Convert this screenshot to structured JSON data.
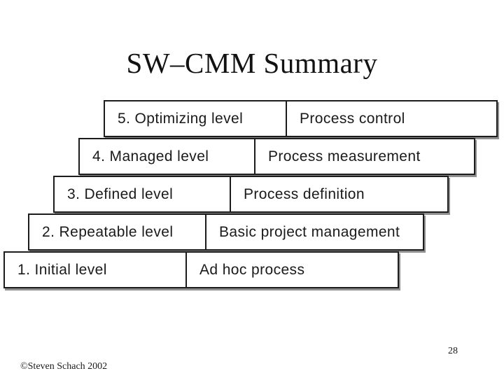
{
  "slide": {
    "title": "SW–CMM Summary",
    "page_number": "28",
    "copyright": "©Steven Schach 2002"
  },
  "colors": {
    "background": "#ffffff",
    "box_fill": "#ffffff",
    "box_border": "#1c1c1c",
    "text": "#1a1a1a",
    "shadow": "#8f8f8f"
  },
  "diagram": {
    "type": "staircase-maturity-levels",
    "rows": [
      {
        "level": "5. Optimizing level",
        "desc": "Process control"
      },
      {
        "level": "4. Managed level",
        "desc": "Process measurement"
      },
      {
        "level": "3. Defined level",
        "desc": "Process definition"
      },
      {
        "level": "2. Repeatable level",
        "desc": "Basic project management"
      },
      {
        "level": "1. Initial level",
        "desc": "Ad hoc process"
      }
    ]
  }
}
